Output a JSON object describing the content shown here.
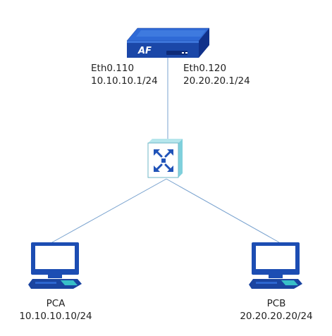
{
  "colors": {
    "link": "#7aa3cf",
    "device_blue": "#1b47a8",
    "device_top": "#2f6ad6",
    "device_side": "#10318a",
    "switch_face": "#ffffff",
    "switch_side": "#7fd0dc",
    "switch_arrows": "#2053b8",
    "pc_screen": "#ffffff",
    "pc_body": "#1c4db3",
    "pc_keyboard": "#38c0c8"
  },
  "router": {
    "logo": "AF",
    "icon": "firewall-appliance-icon",
    "iface_left_name": "Eth0.110",
    "iface_left_ip": "10.10.10.1/24",
    "iface_right_name": "Eth0.120",
    "iface_right_ip": "20.20.20.1/24"
  },
  "switch": {
    "icon": "layer3-switch-icon"
  },
  "hosts": [
    {
      "name": "PCA",
      "ip": "10.10.10.10/24",
      "icon": "desktop-pc-icon"
    },
    {
      "name": "PCB",
      "ip": "20.20.20.20/24",
      "icon": "desktop-pc-icon"
    }
  ]
}
